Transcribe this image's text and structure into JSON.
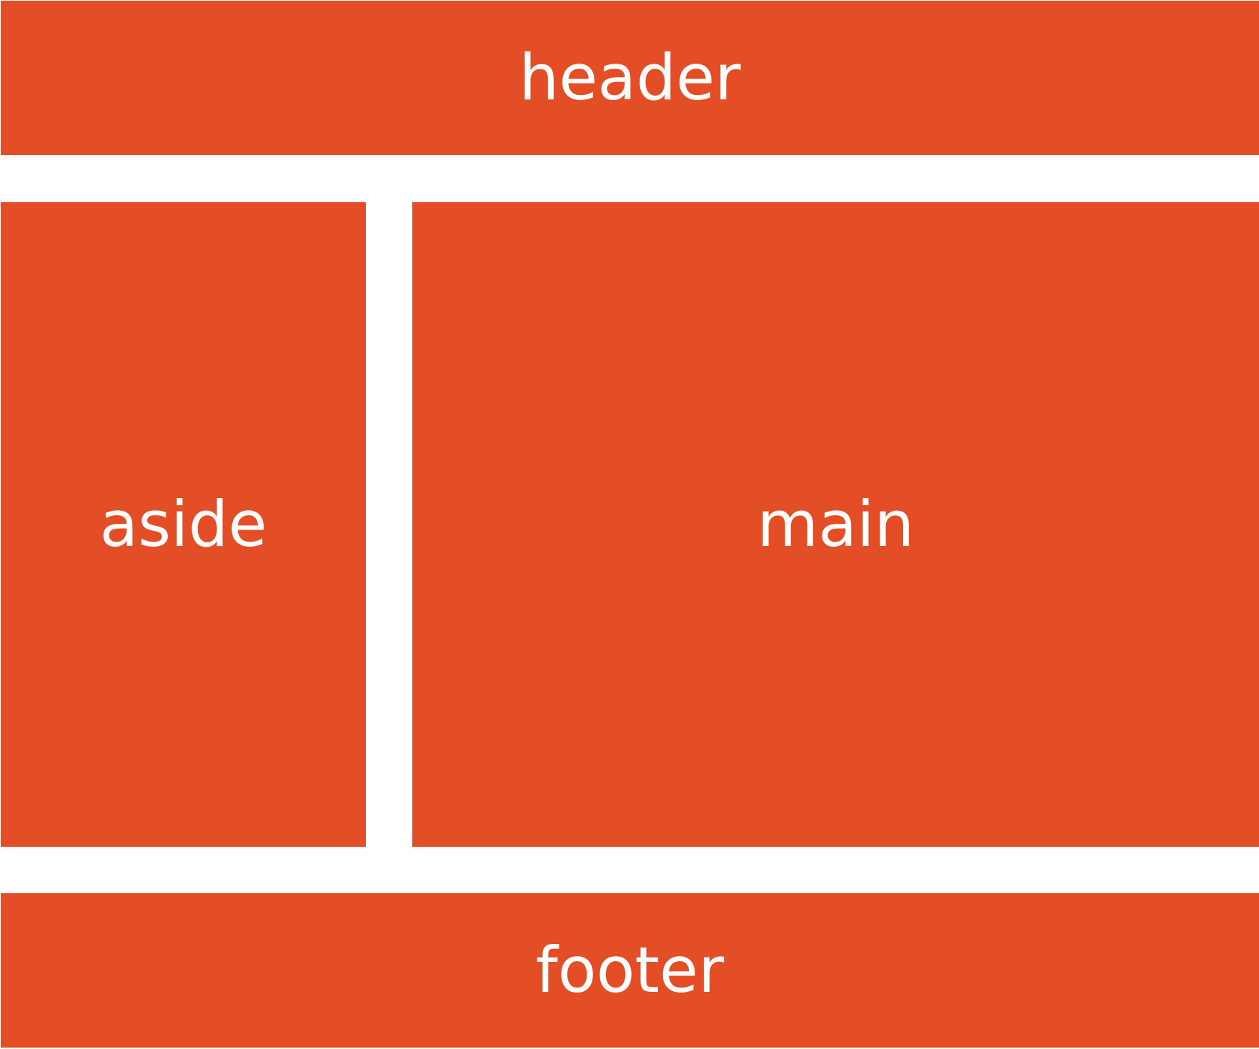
{
  "colors": {
    "block_fill": "#E44E27",
    "label_text": "#ffffff",
    "background": "#ffffff"
  },
  "regions": {
    "header": "header",
    "aside": "aside",
    "main": "main",
    "footer": "footer"
  }
}
